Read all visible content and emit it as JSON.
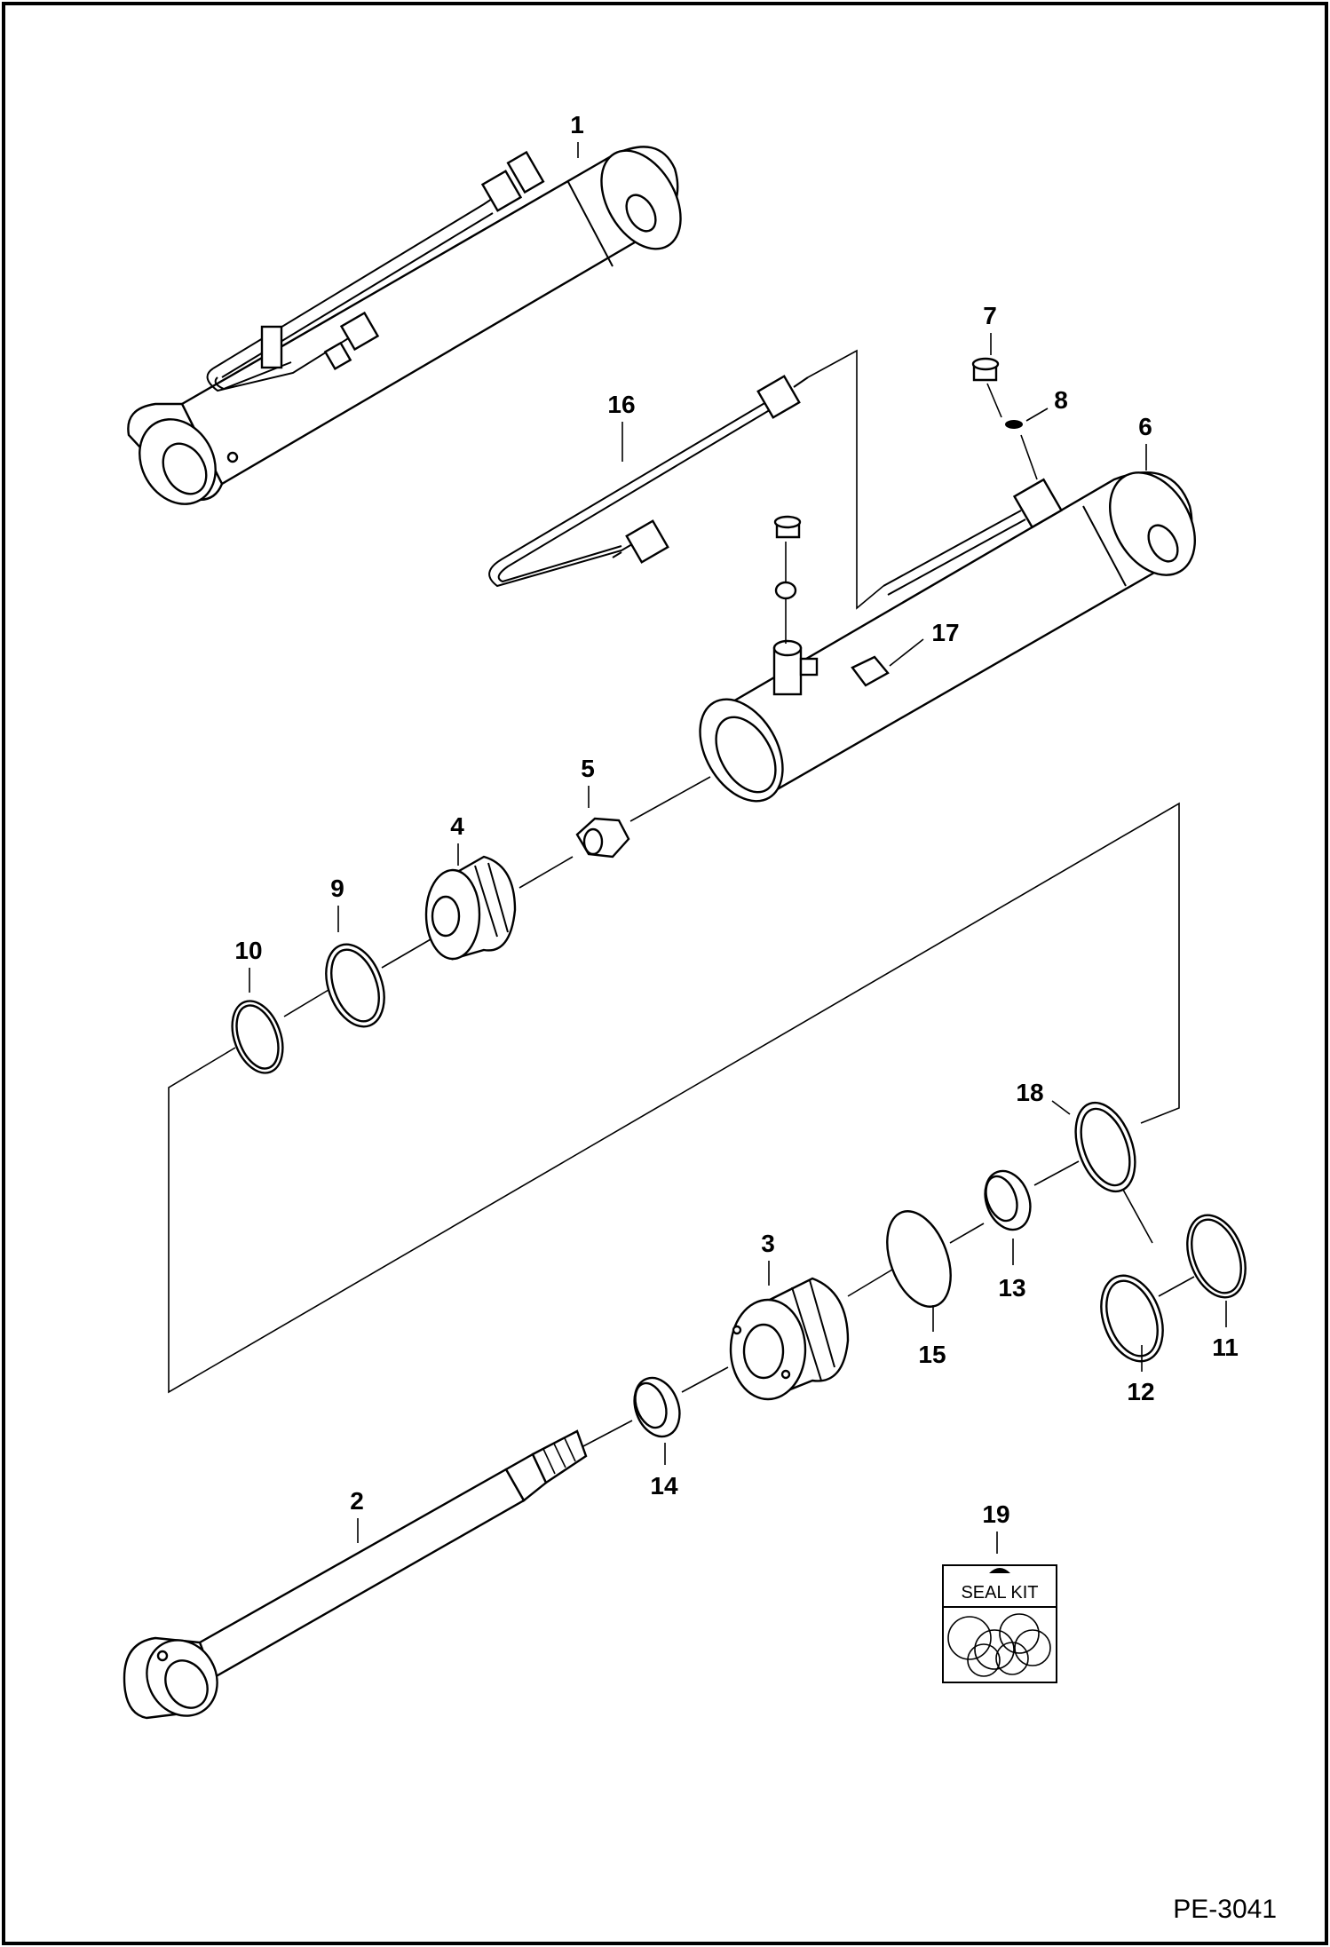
{
  "drawing_ref": "PE-3041",
  "seal_kit_label": "SEAL KIT",
  "callouts": [
    {
      "id": "1",
      "text": "1"
    },
    {
      "id": "2",
      "text": "2"
    },
    {
      "id": "3",
      "text": "3"
    },
    {
      "id": "4",
      "text": "4"
    },
    {
      "id": "5",
      "text": "5"
    },
    {
      "id": "6",
      "text": "6"
    },
    {
      "id": "7",
      "text": "7"
    },
    {
      "id": "8",
      "text": "8"
    },
    {
      "id": "9",
      "text": "9"
    },
    {
      "id": "10",
      "text": "10"
    },
    {
      "id": "11",
      "text": "11"
    },
    {
      "id": "12",
      "text": "12"
    },
    {
      "id": "13",
      "text": "13"
    },
    {
      "id": "14",
      "text": "14"
    },
    {
      "id": "15",
      "text": "15"
    },
    {
      "id": "16",
      "text": "16"
    },
    {
      "id": "17",
      "text": "17"
    },
    {
      "id": "18",
      "text": "18"
    },
    {
      "id": "19",
      "text": "19"
    }
  ]
}
